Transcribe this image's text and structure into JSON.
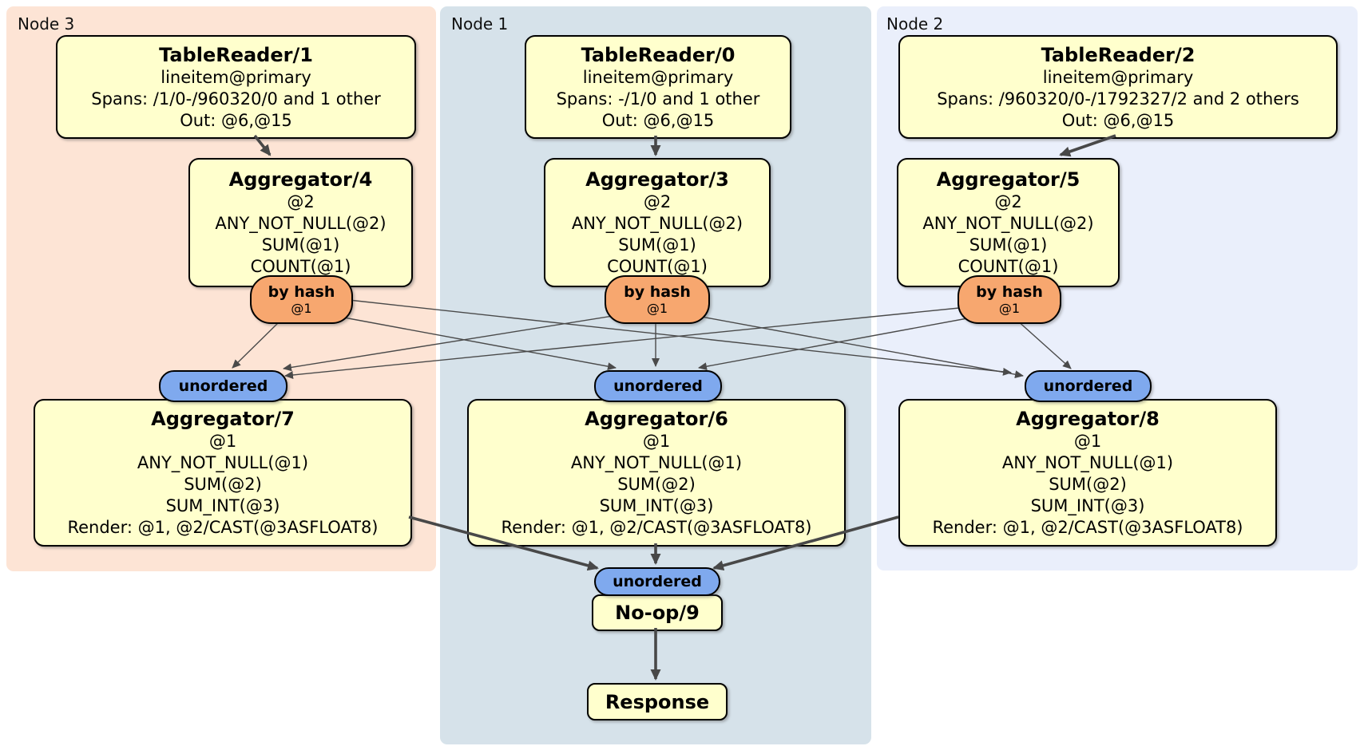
{
  "diagram": {
    "regions": [
      {
        "label": "Node 3"
      },
      {
        "label": "Node 1"
      },
      {
        "label": "Node 2"
      }
    ],
    "processors": {
      "tr1": {
        "title": "TableReader/1",
        "lines": [
          "lineitem@primary",
          "Spans: /1/0-/960320/0 and 1 other",
          "Out: @6,@15"
        ]
      },
      "tr0": {
        "title": "TableReader/0",
        "lines": [
          "lineitem@primary",
          "Spans: -/1/0 and 1 other",
          "Out: @6,@15"
        ]
      },
      "tr2": {
        "title": "TableReader/2",
        "lines": [
          "lineitem@primary",
          "Spans: /960320/0-/1792327/2 and 2 others",
          "Out: @6,@15"
        ]
      },
      "agg4": {
        "title": "Aggregator/4",
        "lines": [
          "@2",
          "ANY_NOT_NULL(@2)",
          "SUM(@1)",
          "COUNT(@1)"
        ]
      },
      "agg3": {
        "title": "Aggregator/3",
        "lines": [
          "@2",
          "ANY_NOT_NULL(@2)",
          "SUM(@1)",
          "COUNT(@1)"
        ]
      },
      "agg5": {
        "title": "Aggregator/5",
        "lines": [
          "@2",
          "ANY_NOT_NULL(@2)",
          "SUM(@1)",
          "COUNT(@1)"
        ]
      },
      "agg7": {
        "title": "Aggregator/7",
        "lines": [
          "@1",
          "ANY_NOT_NULL(@1)",
          "SUM(@2)",
          "SUM_INT(@3)",
          "Render: @1, @2/CAST(@3ASFLOAT8)"
        ]
      },
      "agg6": {
        "title": "Aggregator/6",
        "lines": [
          "@1",
          "ANY_NOT_NULL(@1)",
          "SUM(@2)",
          "SUM_INT(@3)",
          "Render: @1, @2/CAST(@3ASFLOAT8)"
        ]
      },
      "agg8": {
        "title": "Aggregator/8",
        "lines": [
          "@1",
          "ANY_NOT_NULL(@1)",
          "SUM(@2)",
          "SUM_INT(@3)",
          "Render: @1, @2/CAST(@3ASFLOAT8)"
        ]
      },
      "noop": {
        "title": "No-op/9"
      },
      "response": {
        "title": "Response"
      }
    },
    "routers": [
      {
        "label": "by hash",
        "sublabel": "@1"
      },
      {
        "label": "by hash",
        "sublabel": "@1"
      },
      {
        "label": "by hash",
        "sublabel": "@1"
      }
    ],
    "syncs": [
      {
        "label": "unordered"
      },
      {
        "label": "unordered"
      },
      {
        "label": "unordered"
      },
      {
        "label": "unordered"
      }
    ],
    "colors": {
      "node3_bg": "#fde4d5",
      "node1_bg": "#d6e2ea",
      "node2_bg": "#eaeffb",
      "processor_fill": "#ffffcd",
      "router_fill": "#f7a76f",
      "sync_fill": "#7fa9ee",
      "edge": "#4a4a4a"
    }
  }
}
